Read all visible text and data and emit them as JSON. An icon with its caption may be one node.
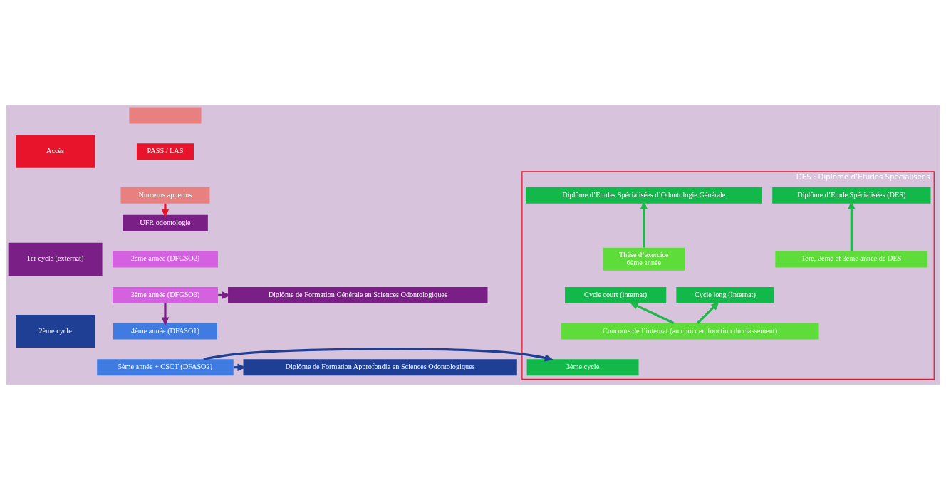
{
  "diagram": {
    "nodes": [
      {
        "text": [
          "Accès"
        ]
      },
      {
        "text": [
          "1er cycle (externat)"
        ]
      },
      {
        "text": [
          "2ème cycle"
        ]
      },
      {
        "text": [],
        "shape": "box"
      },
      {
        "text": [
          "PASS / LAS"
        ]
      },
      {
        "text": [
          "Numerus appertus"
        ]
      },
      {
        "text": [
          "UFR odontologie"
        ]
      },
      {
        "text": [
          "2ème année (DFGSO2)"
        ]
      },
      {
        "text": [
          "3ème année (DFGSO3)"
        ]
      },
      {
        "text": [
          "Diplôme de Formation Générale en Sciences Odontologiques"
        ]
      },
      {
        "text": [
          "4ème année (DFASO1)"
        ]
      },
      {
        "text": [
          "5ème année + CSCT (DFASO2)"
        ]
      },
      {
        "text": [
          "Diplôme de Formation Approfondie en Sciences Odontologiques"
        ]
      },
      {
        "text": [
          "DES : Diplôme d’Etudes Spécialisées"
        ]
      },
      {
        "text": [
          "3ème cycle"
        ],
        "in": 13
      },
      {
        "text": [
          "Concours de l’internat (au choix en fonction du classement)"
        ],
        "in": 13
      },
      {
        "text": [
          "Cycle long (Internat)"
        ],
        "in": 13
      },
      {
        "text": [
          "Cycle court (internat)"
        ],
        "in": 13
      },
      {
        "text": [
          "1ère, 2ème et 3ème année de DES"
        ],
        "in": 13
      },
      {
        "text": [
          "Thèse d’exercice",
          "6ème année"
        ],
        "in": 13
      },
      {
        "text": [
          "Diplôme d’Etude Spécialisées (DES)"
        ],
        "in": 13
      },
      {
        "text": [
          "Diplôme d’Etudes Spécialisées d’Odontologie Générale"
        ],
        "in": 13
      }
    ],
    "edges": [
      {
        "from": 5,
        "to": 6,
        "arrow": "to",
        "color": "#e8142b"
      },
      {
        "from": 8,
        "to": 9,
        "arrow": "to",
        "color": "#7a1f86"
      },
      {
        "from": 8,
        "to": 10,
        "arrow": "to",
        "color": "#7a1f86"
      },
      {
        "from": 11,
        "to": 12,
        "arrow": "to",
        "color": "#1f3f95"
      },
      {
        "from": 11,
        "to": 14,
        "arrow": "to",
        "color": "#1f3f95"
      },
      {
        "from": 15,
        "to": 16,
        "arrow": "to",
        "color": "#1fb84a"
      },
      {
        "from": 15,
        "to": 17,
        "arrow": "to",
        "color": "#1fb84a"
      },
      {
        "from": 18,
        "to": 20,
        "arrow": "to",
        "color": "#1fb84a"
      },
      {
        "from": 19,
        "to": 21,
        "arrow": "to",
        "color": "#1fb84a"
      }
    ]
  }
}
